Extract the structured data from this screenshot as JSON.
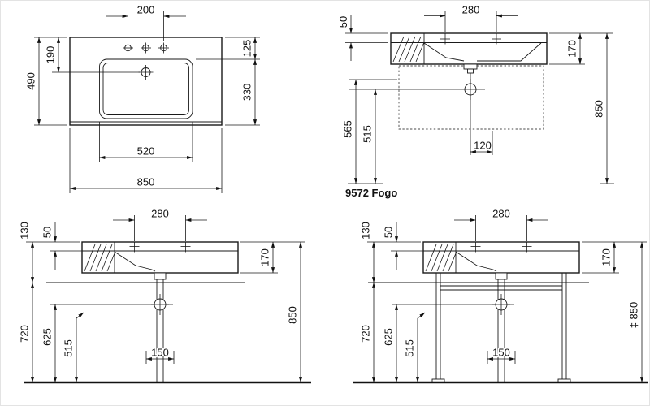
{
  "product_label": "9572 Fogo",
  "views": {
    "plan": {
      "tap_hole_spacing": "200",
      "rim_to_drain": "190",
      "overall_depth": "490",
      "rim_to_bowl_front": "125",
      "bowl_depth": "330",
      "bowl_width": "520",
      "overall_width": "850"
    },
    "front": {
      "rim_edge_drop": "50",
      "tap_spacing": "280",
      "apron_height": "170",
      "supply_height": "565",
      "outlet_height": "515",
      "outlet_offset": "120",
      "rim_height": "850"
    },
    "side": {
      "fixing_offset": "130",
      "rim_edge_drop": "50",
      "tap_spacing": "280",
      "apron_height": "170",
      "clearance_below": "720",
      "trap_height": "625",
      "outlet_height": "515",
      "drain_zone_width": "150",
      "rim_height": "850"
    },
    "console": {
      "fixing_offset": "130",
      "rim_edge_drop": "50",
      "tap_spacing": "280",
      "apron_height": "170",
      "clearance_below": "720",
      "trap_height": "625",
      "outlet_height": "515",
      "drain_zone_width": "150",
      "rim_height": "‡ 850"
    }
  }
}
